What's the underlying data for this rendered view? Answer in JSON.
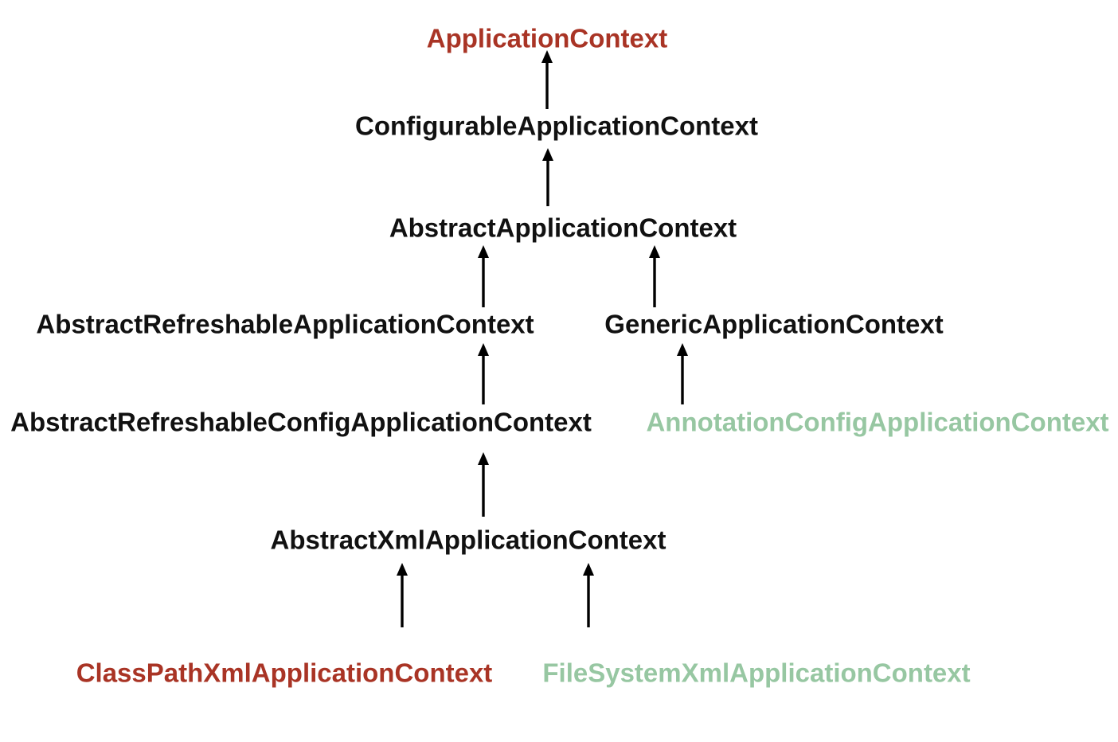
{
  "diagram": {
    "type": "class-inheritance-hierarchy",
    "subject": "Spring ApplicationContext hierarchy",
    "colors": {
      "default_text": "#111111",
      "highlight_red": "#A93425",
      "highlight_green": "#97C7A2",
      "arrow": "#000000",
      "background": "#ffffff"
    },
    "nodes": [
      {
        "id": "application-context",
        "label": "ApplicationContext",
        "color": "#A93425"
      },
      {
        "id": "configurable-application-context",
        "label": "ConfigurableApplicationContext",
        "color": "#111111"
      },
      {
        "id": "abstract-application-context",
        "label": "AbstractApplicationContext",
        "color": "#111111"
      },
      {
        "id": "abstract-refreshable-application-context",
        "label": "AbstractRefreshableApplicationContext",
        "color": "#111111"
      },
      {
        "id": "generic-application-context",
        "label": "GenericApplicationContext",
        "color": "#111111"
      },
      {
        "id": "abstract-refreshable-config-application-context",
        "label": "AbstractRefreshableConfigApplicationContext",
        "color": "#111111"
      },
      {
        "id": "annotation-config-application-context",
        "label": "AnnotationConfigApplicationContext",
        "color": "#97C7A2"
      },
      {
        "id": "abstract-xml-application-context",
        "label": "AbstractXmlApplicationContext",
        "color": "#111111"
      },
      {
        "id": "class-path-xml-application-context",
        "label": "ClassPathXmlApplicationContext",
        "color": "#A93425"
      },
      {
        "id": "file-system-xml-application-context",
        "label": "FileSystemXmlApplicationContext",
        "color": "#97C7A2"
      }
    ],
    "edges": [
      {
        "from": "ConfigurableApplicationContext",
        "to": "ApplicationContext"
      },
      {
        "from": "AbstractApplicationContext",
        "to": "ConfigurableApplicationContext"
      },
      {
        "from": "AbstractRefreshableApplicationContext",
        "to": "AbstractApplicationContext"
      },
      {
        "from": "GenericApplicationContext",
        "to": "AbstractApplicationContext"
      },
      {
        "from": "AbstractRefreshableConfigApplicationContext",
        "to": "AbstractRefreshableApplicationContext"
      },
      {
        "from": "AnnotationConfigApplicationContext",
        "to": "GenericApplicationContext"
      },
      {
        "from": "AbstractXmlApplicationContext",
        "to": "AbstractRefreshableConfigApplicationContext"
      },
      {
        "from": "ClassPathXmlApplicationContext",
        "to": "AbstractXmlApplicationContext"
      },
      {
        "from": "FileSystemXmlApplicationContext",
        "to": "AbstractXmlApplicationContext"
      }
    ]
  }
}
